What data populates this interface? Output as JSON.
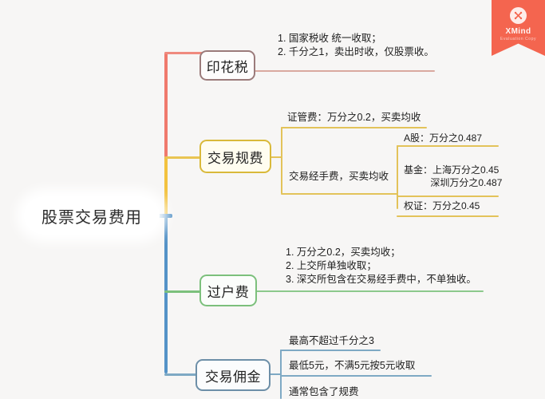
{
  "app": {
    "watermark_name": "XMind",
    "watermark_subtext": "Evaluation Copy",
    "watermark_color": "#f4654f",
    "logo_icon": "xmind-x-logo-icon",
    "background_color": "#f7f6f5"
  },
  "root": {
    "label": "股票交易费用"
  },
  "branches": [
    {
      "id": "stamp-duty",
      "label": "印花税",
      "color": "#f16a60",
      "node_border": "#9b7b7b",
      "node_fill": "#fdfcfc",
      "leaves": [
        {
          "text": "1. 国家税收 统一收取；\n2. 千分之1，卖出时收，仅股票收。"
        }
      ]
    },
    {
      "id": "trading-regulatory-fee",
      "label": "交易规费",
      "color": "#e8c33a",
      "node_border": "#d9b93a",
      "node_fill": "#fffdf0",
      "leaves": [
        {
          "text": "证管费：万分之0.2，买卖均收"
        },
        {
          "text": "交易经手费，买卖均收"
        }
      ],
      "sub_leaves": [
        {
          "text": "A股：万分之0.487"
        },
        {
          "text": "基金：上海万分之0.45\n          深圳万分之0.487"
        },
        {
          "text": "权证：万分之0.45"
        }
      ]
    },
    {
      "id": "transfer-fee",
      "label": "过户费",
      "color": "#6cb46c",
      "node_border": "#7cc07c",
      "node_fill": "#fbfdfb",
      "leaves": [
        {
          "text": "1. 万分之0.2，买卖均收；\n2. 上交所单独收取；\n3. 深交所包含在交易经手费中，不单独收。"
        }
      ]
    },
    {
      "id": "trading-commission",
      "label": "交易佣金",
      "color": "#5b8fb0",
      "node_border": "#6d8fa8",
      "node_fill": "#fbfcfd",
      "leaves": [
        {
          "text": "最高不超过千分之3"
        },
        {
          "text": "最低5元，不满5元按5元收取"
        },
        {
          "text": "通常包含了规费"
        }
      ]
    }
  ],
  "trunk": {
    "segment_top_color": "#ef7a6d",
    "segment_mid_color": "#f2c23f",
    "segment_bottom_color": "#5593c7"
  }
}
